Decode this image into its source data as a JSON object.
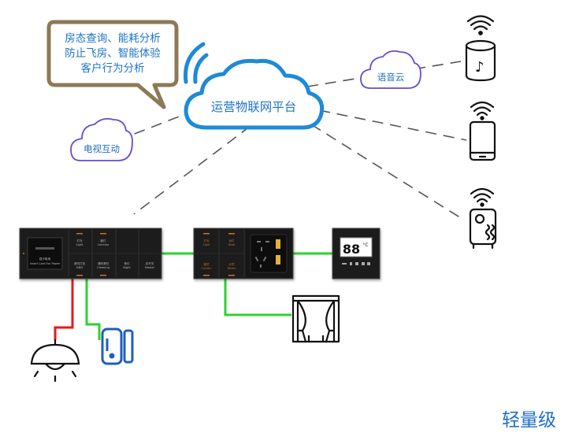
{
  "platform": {
    "label": "运营物联网平台"
  },
  "bubble": {
    "lines": [
      "房态查询、能耗分析",
      "防止飞房、智能体验",
      "客户行为分析"
    ]
  },
  "clouds": {
    "voice": "语音云",
    "tv": "电视互动"
  },
  "tier_label": "轻量级",
  "devices": {
    "speaker": "smart-speaker",
    "phone": "smartphone",
    "appliance": "smart-appliance",
    "lamp": "ceiling-lamp",
    "door_sensor": "door-sensor",
    "curtain": "curtain"
  },
  "thermostat": {
    "display": "88",
    "unit": "°C"
  },
  "panel_labels": {
    "card": [
      "插卡取电",
      "Insert Card For Power"
    ],
    "left_top": [
      "灯光",
      "Light"
    ],
    "left_mid": [
      "廊灯",
      "Corridor"
    ],
    "left_b1": [
      "请勿打扰",
      "DND"
    ],
    "left_b2": [
      "请即清扫",
      "Cleaning"
    ],
    "left_b3": [
      "夜灯",
      "Night"
    ],
    "left_b4": [
      "总开关",
      "Master"
    ],
    "mid_a": [
      "灯光",
      "Light"
    ],
    "mid_b": [
      "台灯",
      "Desk"
    ],
    "mid_c": [
      "窗帘",
      "Curtain"
    ],
    "mid_d": [
      "纱帘",
      "Sheer"
    ]
  },
  "colors": {
    "accent_blue": "#1e74c8",
    "cloud_purple": "#6a4ccc",
    "bubble_border": "#8c7a55",
    "wire_green": "#2ed12e",
    "wire_red": "#e41b1b",
    "dash_line": "#555555",
    "panel": "#1c1c1c",
    "label_blue": "#1f6fc4"
  }
}
